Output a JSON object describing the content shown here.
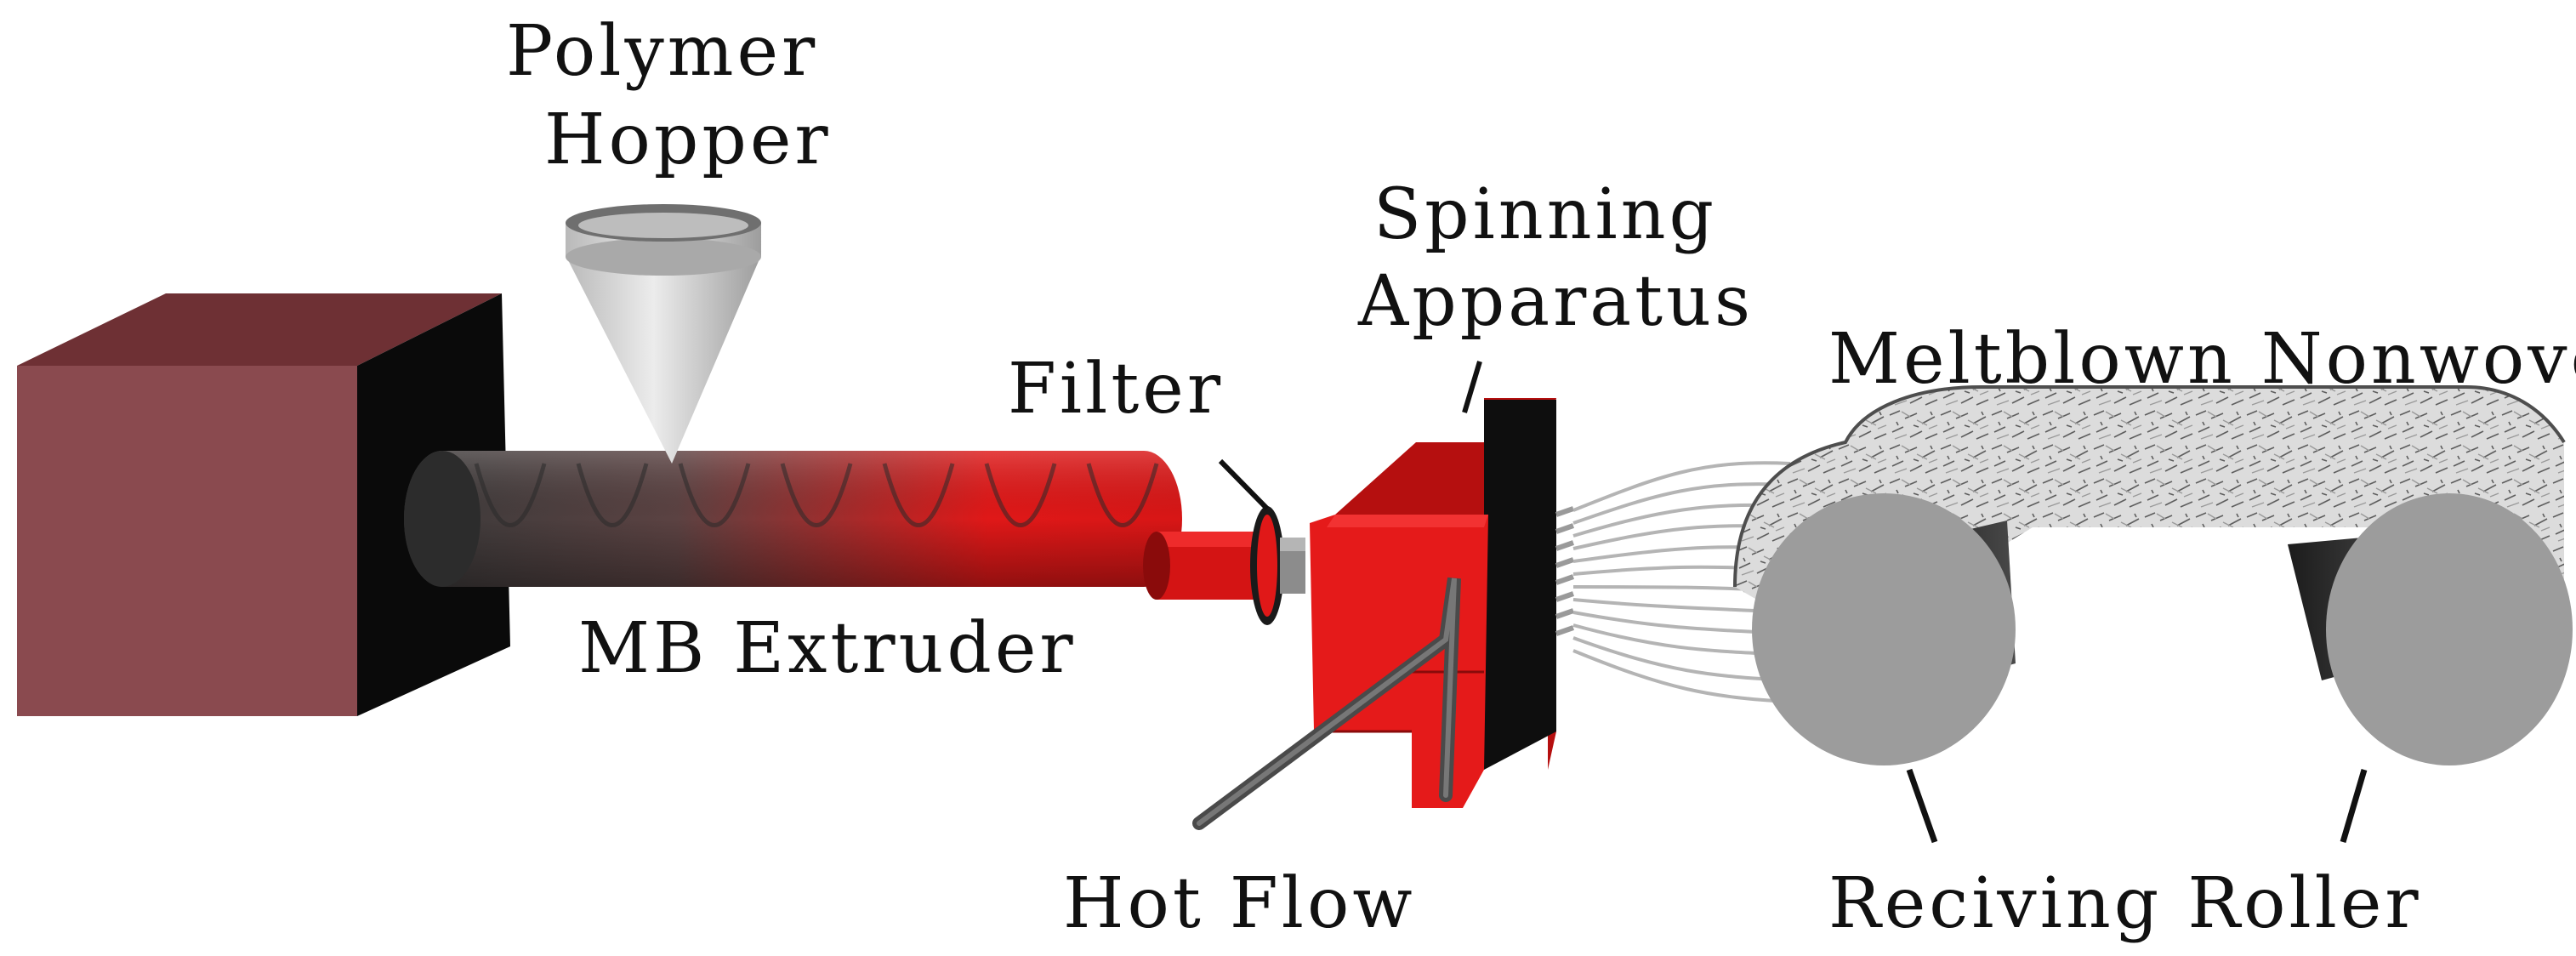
{
  "labels": {
    "polymer_hopper_line1": "Polymer",
    "polymer_hopper_line2": "Hopper",
    "spinning_apparatus_line1": "Spinning",
    "spinning_apparatus_line2": "Apparatus",
    "filter": "Filter",
    "meltblown_nonwoven": "Meltblown Nonwoven",
    "mb_extruder": "MB Extruder",
    "hot_flow": "Hot Flow",
    "receiving_roller": "Reciving Roller"
  },
  "colors": {
    "motor_front": "#8a4a4f",
    "motor_top": "#6e3034",
    "extruder_red": "#e01818",
    "extruder_dark": "#3a3a3a",
    "spinneret_red": "#e51a1a",
    "roller_gray": "#9c9c9c",
    "hopper_gray": "#cfcfcf"
  }
}
